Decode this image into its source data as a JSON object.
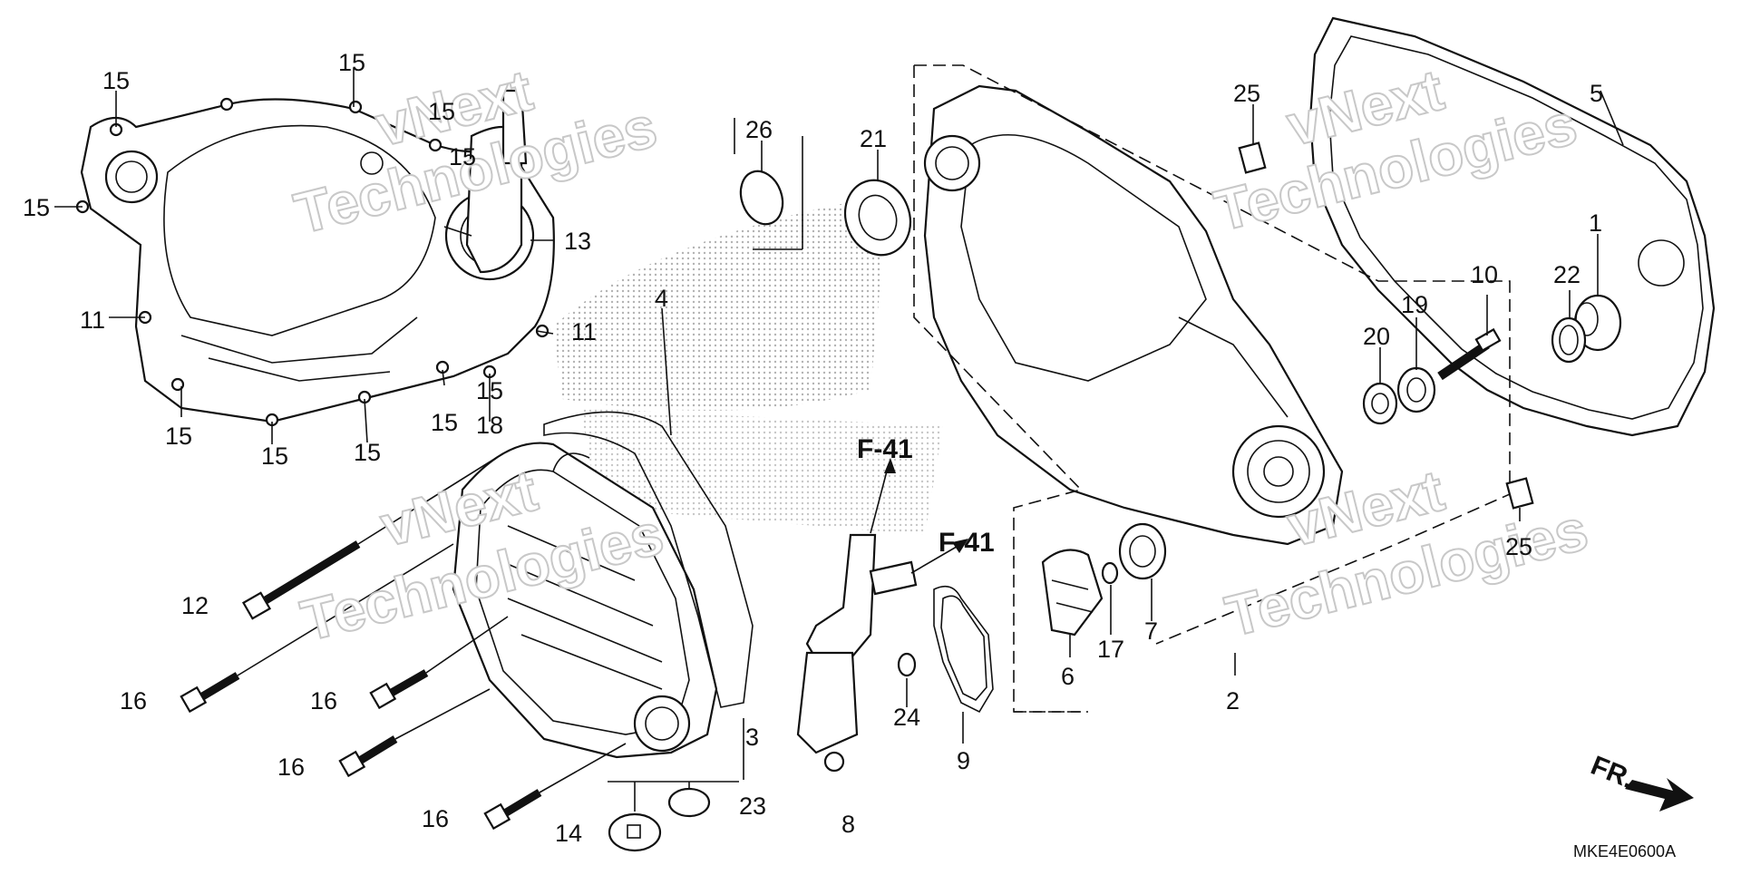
{
  "diagram": {
    "callouts": [
      {
        "id": "c15a",
        "text": "15"
      },
      {
        "id": "c15b",
        "text": "15"
      },
      {
        "id": "c15c",
        "text": "15"
      },
      {
        "id": "c15d",
        "text": "15"
      },
      {
        "id": "c15e",
        "text": "15"
      },
      {
        "id": "c15f",
        "text": "15"
      },
      {
        "id": "c15g",
        "text": "15"
      },
      {
        "id": "c15h",
        "text": "15"
      },
      {
        "id": "c15i",
        "text": "15"
      },
      {
        "id": "c15j",
        "text": "15"
      },
      {
        "id": "c13",
        "text": "13"
      },
      {
        "id": "c11a",
        "text": "11"
      },
      {
        "id": "c11b",
        "text": "11"
      },
      {
        "id": "c18",
        "text": "18"
      },
      {
        "id": "c26",
        "text": "26"
      },
      {
        "id": "c21",
        "text": "21"
      },
      {
        "id": "c25a",
        "text": "25"
      },
      {
        "id": "c25b",
        "text": "25"
      },
      {
        "id": "c5",
        "text": "5"
      },
      {
        "id": "c1",
        "text": "1"
      },
      {
        "id": "c22",
        "text": "22"
      },
      {
        "id": "c10",
        "text": "10"
      },
      {
        "id": "c19",
        "text": "19"
      },
      {
        "id": "c20",
        "text": "20"
      },
      {
        "id": "c4",
        "text": "4"
      },
      {
        "id": "c12",
        "text": "12"
      },
      {
        "id": "c16a",
        "text": "16"
      },
      {
        "id": "c16b",
        "text": "16"
      },
      {
        "id": "c16c",
        "text": "16"
      },
      {
        "id": "c16d",
        "text": "16"
      },
      {
        "id": "c3",
        "text": "3"
      },
      {
        "id": "c14",
        "text": "14"
      },
      {
        "id": "c23",
        "text": "23"
      },
      {
        "id": "c8",
        "text": "8"
      },
      {
        "id": "c24",
        "text": "24"
      },
      {
        "id": "c9",
        "text": "9"
      },
      {
        "id": "c6",
        "text": "6"
      },
      {
        "id": "c17",
        "text": "17"
      },
      {
        "id": "c7",
        "text": "7"
      },
      {
        "id": "c2",
        "text": "2"
      }
    ],
    "references": [
      "F-41",
      "F-41"
    ],
    "front_arrow": "FR.",
    "diagram_code": "MKE4E0600A",
    "watermark": [
      "vNext",
      "Technologies"
    ]
  }
}
